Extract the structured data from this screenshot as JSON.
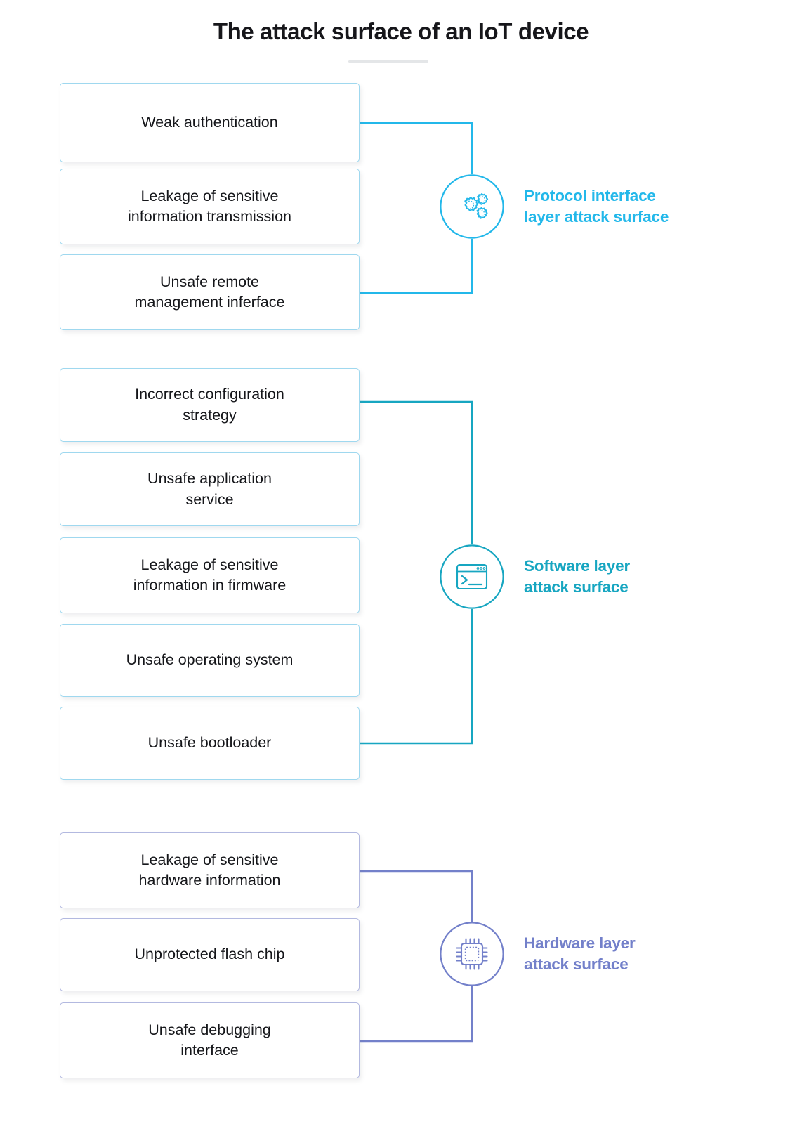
{
  "header": {
    "title": "The attack surface of an IoT device",
    "divider": "title-rule"
  },
  "colors": {
    "protocol": "#23b8ea",
    "software": "#17a6c1",
    "hardware": "#7380ca",
    "box_border_blue": "#9fd8ef",
    "box_border_purple": "#b3b9e0",
    "text": "#15161a",
    "rule": "#e4e6e8"
  },
  "groups": [
    {
      "id": "protocol",
      "icon_name": "gears-icon",
      "caption": "Protocol interface\nlayer attack surface",
      "color": "#23b8ea",
      "boxes": [
        {
          "label": "Weak authentication"
        },
        {
          "label": "Leakage of sensitive\ninformation transmission"
        },
        {
          "label": "Unsafe remote\nmanagement inferface"
        }
      ]
    },
    {
      "id": "software",
      "icon_name": "terminal-window-icon",
      "caption": "Software layer\nattack surface",
      "color": "#17a6c1",
      "boxes": [
        {
          "label": "Incorrect configuration\nstrategy"
        },
        {
          "label": "Unsafe application\nservice"
        },
        {
          "label": "Leakage of sensitive\ninformation in firmware"
        },
        {
          "label": "Unsafe operating system"
        },
        {
          "label": "Unsafe bootloader"
        }
      ]
    },
    {
      "id": "hardware",
      "icon_name": "cpu-chip-icon",
      "caption": "Hardware layer\nattack surface",
      "color": "#7380ca",
      "boxes": [
        {
          "label": "Leakage of sensitive\nhardware information"
        },
        {
          "label": "Unprotected flash chip"
        },
        {
          "label": "Unsafe debugging\ninterface"
        }
      ]
    }
  ]
}
